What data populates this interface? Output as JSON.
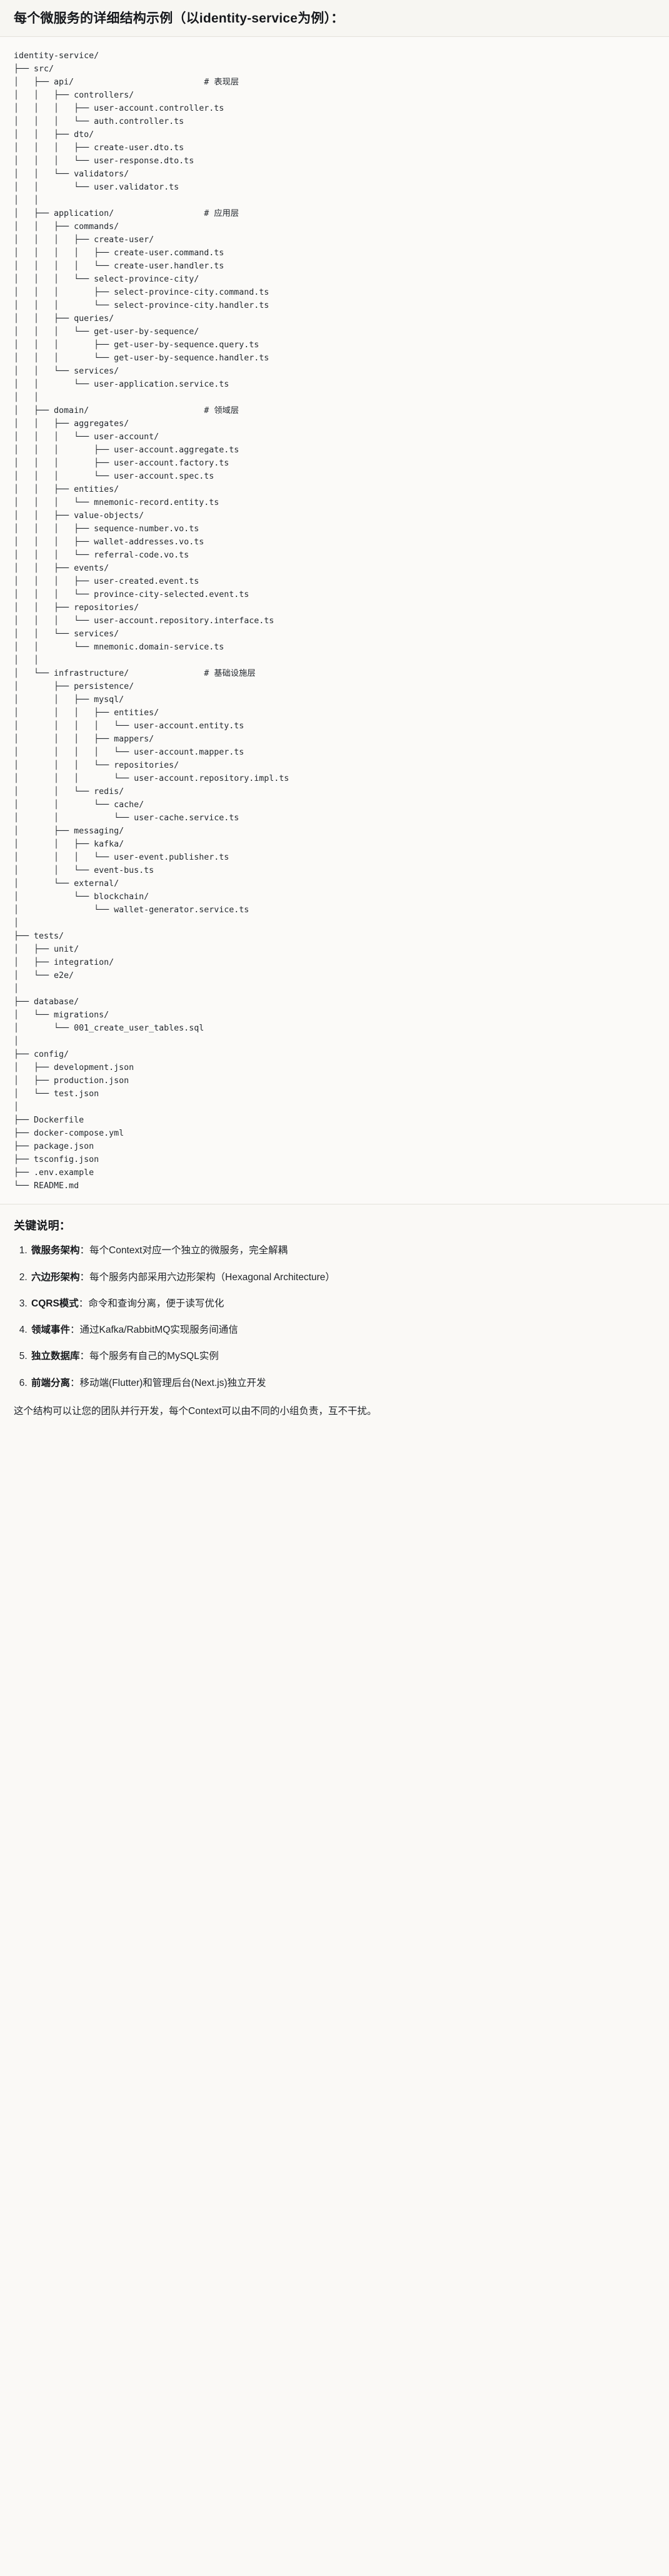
{
  "header": {
    "title": "每个微服务的详细结构示例（以identity-service为例）："
  },
  "tree": {
    "root": "identity-service/",
    "text": "identity-service/\n├── src/\n│   ├── api/                          # 表现层\n│   │   ├── controllers/\n│   │   │   ├── user-account.controller.ts\n│   │   │   └── auth.controller.ts\n│   │   ├── dto/\n│   │   │   ├── create-user.dto.ts\n│   │   │   └── user-response.dto.ts\n│   │   └── validators/\n│   │       └── user.validator.ts\n│   │\n│   ├── application/                  # 应用层\n│   │   ├── commands/\n│   │   │   ├── create-user/\n│   │   │   │   ├── create-user.command.ts\n│   │   │   │   └── create-user.handler.ts\n│   │   │   └── select-province-city/\n│   │   │       ├── select-province-city.command.ts\n│   │   │       └── select-province-city.handler.ts\n│   │   ├── queries/\n│   │   │   └── get-user-by-sequence/\n│   │   │       ├── get-user-by-sequence.query.ts\n│   │   │       └── get-user-by-sequence.handler.ts\n│   │   └── services/\n│   │       └── user-application.service.ts\n│   │\n│   ├── domain/                       # 领域层\n│   │   ├── aggregates/\n│   │   │   └── user-account/\n│   │   │       ├── user-account.aggregate.ts\n│   │   │       ├── user-account.factory.ts\n│   │   │       └── user-account.spec.ts\n│   │   ├── entities/\n│   │   │   └── mnemonic-record.entity.ts\n│   │   ├── value-objects/\n│   │   │   ├── sequence-number.vo.ts\n│   │   │   ├── wallet-addresses.vo.ts\n│   │   │   └── referral-code.vo.ts\n│   │   ├── events/\n│   │   │   ├── user-created.event.ts\n│   │   │   └── province-city-selected.event.ts\n│   │   ├── repositories/\n│   │   │   └── user-account.repository.interface.ts\n│   │   └── services/\n│   │       └── mnemonic.domain-service.ts\n│   │\n│   └── infrastructure/               # 基础设施层\n│       ├── persistence/\n│       │   ├── mysql/\n│       │   │   ├── entities/\n│       │   │   │   └── user-account.entity.ts\n│       │   │   ├── mappers/\n│       │   │   │   └── user-account.mapper.ts\n│       │   │   └── repositories/\n│       │   │       └── user-account.repository.impl.ts\n│       │   └── redis/\n│       │       └── cache/\n│       │           └── user-cache.service.ts\n│       ├── messaging/\n│       │   ├── kafka/\n│       │   │   └── user-event.publisher.ts\n│       │   └── event-bus.ts\n│       └── external/\n│           └── blockchain/\n│               └── wallet-generator.service.ts\n│\n├── tests/\n│   ├── unit/\n│   ├── integration/\n│   └── e2e/\n│\n├── database/\n│   └── migrations/\n│       └── 001_create_user_tables.sql\n│\n├── config/\n│   ├── development.json\n│   ├── production.json\n│   └── test.json\n│\n├── Dockerfile\n├── docker-compose.yml\n├── package.json\n├── tsconfig.json\n├── .env.example\n└── README.md",
    "layer_comments": [
      {
        "path": "api/",
        "comment": "# 表现层"
      },
      {
        "path": "application/",
        "comment": "# 应用层"
      },
      {
        "path": "domain/",
        "comment": "# 领域层"
      },
      {
        "path": "infrastructure/",
        "comment": "# 基础设施层"
      }
    ]
  },
  "keys": {
    "heading": "关键说明：",
    "items": [
      {
        "term": "微服务架构",
        "sep": "：",
        "desc": "每个Context对应一个独立的微服务，完全解耦"
      },
      {
        "term": "六边形架构",
        "sep": "：",
        "desc": "每个服务内部采用六边形架构（Hexagonal Architecture）"
      },
      {
        "term": "CQRS模式",
        "sep": "：",
        "desc": "命令和查询分离，便于读写优化"
      },
      {
        "term": "领域事件",
        "sep": "：",
        "desc": "通过Kafka/RabbitMQ实现服务间通信"
      },
      {
        "term": "独立数据库",
        "sep": "：",
        "desc": "每个服务有自己的MySQL实例"
      },
      {
        "term": "前端分离",
        "sep": "：",
        "desc": "移动端(Flutter)和管理后台(Next.js)独立开发"
      }
    ],
    "closing": "这个结构可以让您的团队并行开发，每个Context可以由不同的小组负责，互不干扰。"
  }
}
